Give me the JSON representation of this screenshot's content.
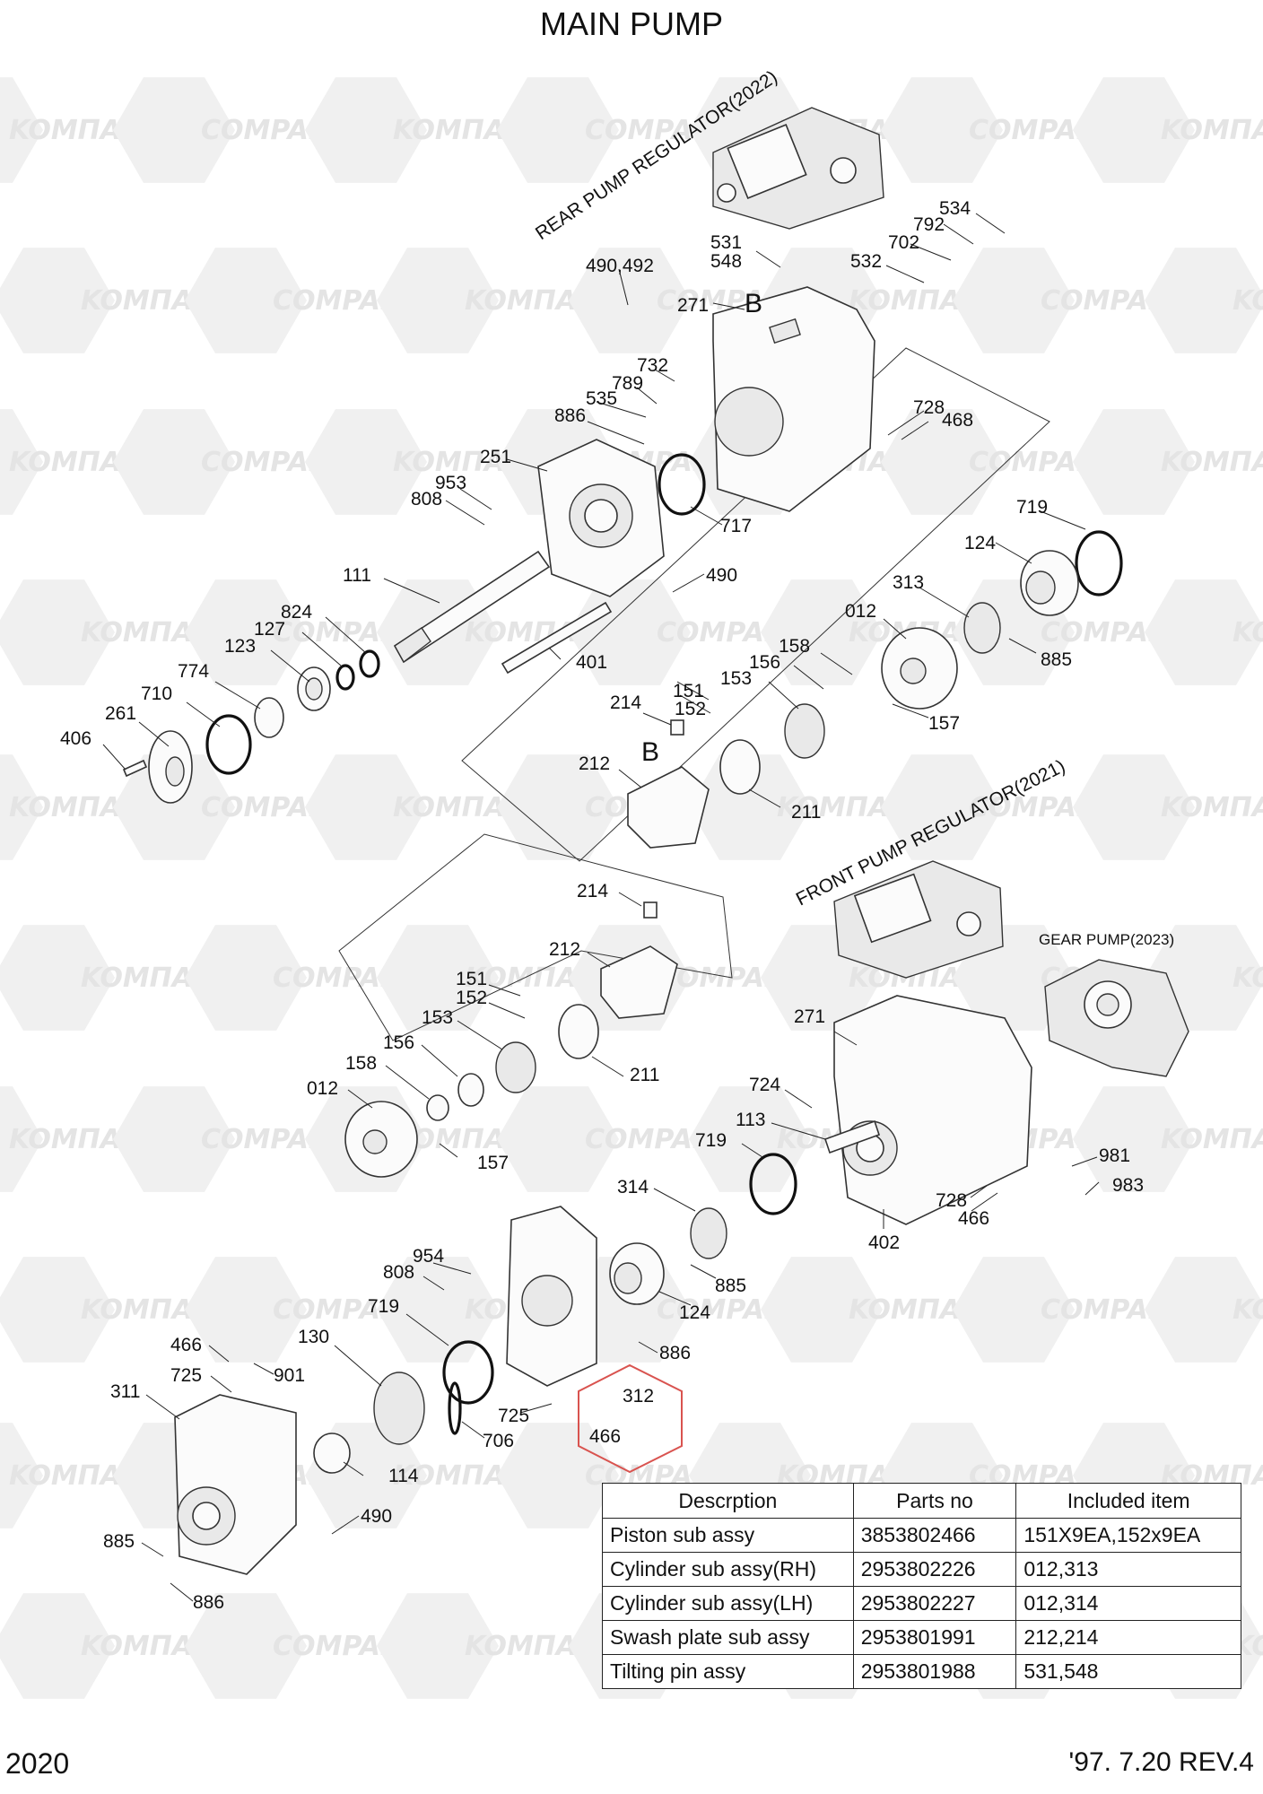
{
  "title": "MAIN PUMP",
  "page_number": "2020",
  "revision": "'97. 7.20  REV.4",
  "watermark": {
    "latin": "COMPART",
    "cyrillic": "KOMПАРТ"
  },
  "assembly_labels": {
    "rear_regulator": "REAR PUMP REGULATOR(2022)",
    "front_regulator": "FRONT PUMP REGULATOR(2021)",
    "gear_pump": "GEAR PUMP(2023)",
    "view_b_top": "B",
    "view_b_swash": "B"
  },
  "part_labels": {
    "p534": "534",
    "p792": "792",
    "p702": "702",
    "p531": "531",
    "p548": "548",
    "p532": "532",
    "p490_492": "490,492",
    "p271_top": "271",
    "p732": "732",
    "p789": "789",
    "p535": "535",
    "p886_top": "886",
    "p728_top": "728",
    "p468": "468",
    "p251": "251",
    "p953": "953",
    "p808_top": "808",
    "p717": "717",
    "p719_top": "719",
    "p124_top": "124",
    "p111": "111",
    "p490_mid": "490",
    "p313": "313",
    "p012_top": "012",
    "p885_top": "885",
    "p824": "824",
    "p127": "127",
    "p123": "123",
    "p401": "401",
    "p158_top": "158",
    "p156_top": "156",
    "p153_top": "153",
    "p151_top": "151",
    "p152_top": "152",
    "p214_top": "214",
    "p157_top": "157",
    "p774": "774",
    "p710": "710",
    "p261": "261",
    "p406": "406",
    "p212_top": "212",
    "p211_top": "211",
    "p214_mid": "214",
    "p212_mid": "212",
    "p151_mid": "151",
    "p152_mid": "152",
    "p153_mid": "153",
    "p156_mid": "156",
    "p158_mid": "158",
    "p012_mid": "012",
    "p211_mid": "211",
    "p157_mid": "157",
    "p271_mid": "271",
    "p724": "724",
    "p113": "113",
    "p719_mid": "719",
    "p981": "981",
    "p983": "983",
    "p728_mid": "728",
    "p466_mid": "466",
    "p402": "402",
    "p314": "314",
    "p954": "954",
    "p808_low": "808",
    "p885_mid": "885",
    "p124_low": "124",
    "p719_low": "719",
    "p130": "130",
    "p466_low": "466",
    "p725_a": "725",
    "p901": "901",
    "p886_mid": "886",
    "p312": "312",
    "p725_b": "725",
    "p466_hex": "466",
    "p706": "706",
    "p311": "311",
    "p114": "114",
    "p490_low": "490",
    "p885_low": "885",
    "p886_low": "886"
  },
  "highlight_color": "#d9534f",
  "table": {
    "headers": [
      "Descrption",
      "Parts no",
      "Included item"
    ],
    "rows": [
      [
        "Piston sub assy",
        "3853802466",
        "151X9EA,152x9EA"
      ],
      [
        "Cylinder sub assy(RH)",
        "2953802226",
        "012,313"
      ],
      [
        "Cylinder sub assy(LH)",
        "2953802227",
        "012,314"
      ],
      [
        "Swash plate sub assy",
        "2953801991",
        "212,214"
      ],
      [
        "Tilting pin assy",
        "2953801988",
        "531,548"
      ]
    ]
  }
}
